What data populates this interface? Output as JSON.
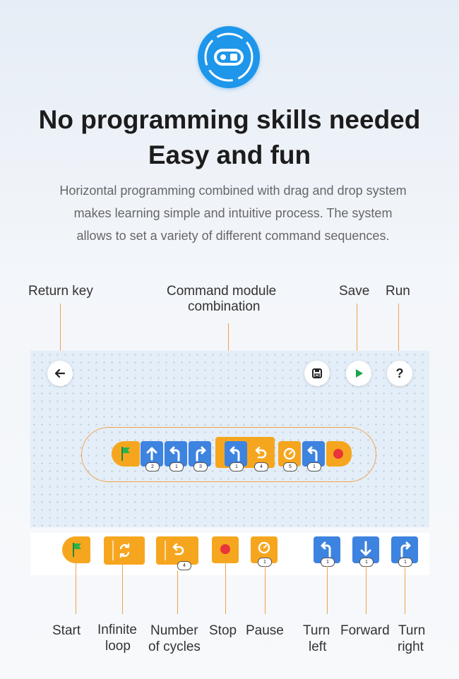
{
  "header": {
    "logo_icon": "controller-icon",
    "title_line1": "No programming skills needed",
    "title_line2": "Easy and fun",
    "description_lines": [
      "Horizontal programming combined with drag and drop system",
      "makes learning simple and intuitive process. The system",
      "allows to set a variety of different command sequences."
    ]
  },
  "callouts": {
    "return_key": "Return key",
    "command_line1": "Command module",
    "command_line2": "combination",
    "save": "Save",
    "run": "Run"
  },
  "toolbar": {
    "back_icon": "arrow-left-icon",
    "save_icon": "save-icon",
    "run_icon": "play-icon",
    "help_label": "?"
  },
  "sequence": [
    {
      "icon": "flag-icon",
      "badge": ""
    },
    {
      "icon": "arrow-up-icon",
      "badge": "2"
    },
    {
      "icon": "turn-left-icon",
      "badge": "1"
    },
    {
      "icon": "turn-right-icon",
      "badge": "3"
    },
    {
      "icon": "turn-left-icon",
      "badge": "1"
    },
    {
      "icon": "repeat-icon",
      "badge": "4"
    },
    {
      "icon": "pause-icon",
      "badge": "5"
    },
    {
      "icon": "turn-left-icon",
      "badge": "1"
    },
    {
      "icon": "stop-icon",
      "badge": ""
    }
  ],
  "palette": [
    {
      "icon": "flag-icon",
      "badge": ""
    },
    {
      "icon": "infinite-loop-icon",
      "badge": ""
    },
    {
      "icon": "repeat-icon",
      "badge": "4"
    },
    {
      "icon": "stop-icon",
      "badge": ""
    },
    {
      "icon": "pause-icon",
      "badge": "1"
    },
    {
      "icon": "turn-left-icon",
      "badge": "1"
    },
    {
      "icon": "arrow-down-icon",
      "badge": "1"
    },
    {
      "icon": "turn-right-icon",
      "badge": "1"
    }
  ],
  "labels": {
    "start": "Start",
    "infinite_1": "Infinite",
    "infinite_2": "loop",
    "cycles_1": "Number",
    "cycles_2": "of cycles",
    "stop": "Stop",
    "pause": "Pause",
    "turn_left_1": "Turn",
    "turn_left_2": "left",
    "forward": "Forward",
    "turn_right_1": "Turn",
    "turn_right_2": "right"
  },
  "colors": {
    "accent_blue": "#3d83e0",
    "accent_orange": "#f6a61e",
    "stop_red": "#e8343a",
    "run_green": "#1aa64a",
    "callout_line": "#f0a24a"
  }
}
